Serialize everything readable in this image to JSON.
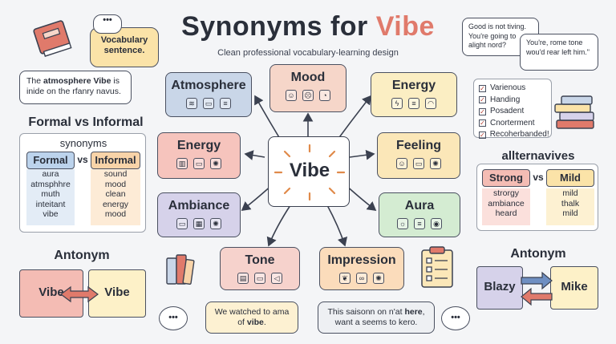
{
  "header": {
    "title_main": "Synonyms for ",
    "title_accent": "Vibe",
    "subtitle": "Clean professional vocabulary-learning design"
  },
  "top_left": {
    "speech_bubble": "Vocabulary sentence.",
    "example": {
      "before": "The ",
      "bold": "atmosphere Vibe",
      "after": " is inide on the rfanry navus."
    }
  },
  "top_right": {
    "bubble_1": "Good is not tiving. You're going to alight nord?",
    "bubble_2": "You're, rome tone wou'd rear left him.\""
  },
  "center": {
    "word": "Vibe",
    "synonyms": [
      {
        "label": "Atmosphere",
        "color": "#c9d6e8"
      },
      {
        "label": "Mood",
        "color": "#f6d6c9"
      },
      {
        "label": "Energy",
        "color": "#fbeec3"
      },
      {
        "label": "Energy",
        "color": "#f6c4bd"
      },
      {
        "label": "Feeling",
        "color": "#fbe7b8"
      },
      {
        "label": "Ambiance",
        "color": "#d6d2ea"
      },
      {
        "label": "Aura",
        "color": "#d4ecd2"
      },
      {
        "label": "Tone",
        "color": "#f6d2cc"
      },
      {
        "label": "Impression",
        "color": "#fbdcbb"
      }
    ]
  },
  "formal_informal": {
    "heading": "Formal vs Informal",
    "subheading": "synonyms",
    "formal_label": "Formal",
    "vs": "vs",
    "informal_label": "Informal",
    "formal_words": [
      "aura",
      "atmsphhre",
      "muth",
      "inteitant",
      "vibe"
    ],
    "informal_words": [
      "sound",
      "mood",
      "clean",
      "energy",
      "mood"
    ]
  },
  "checklist": {
    "items": [
      "Varienous",
      "Handing",
      "Posadent",
      "Cnorterment",
      "Recoherbanded!"
    ]
  },
  "alternatives": {
    "heading": "allternavives",
    "strong_label": "Strong",
    "vs": "vs",
    "mild_label": "Mild",
    "strong_words": [
      "strorgy",
      "ambiance",
      "heard"
    ],
    "mild_words": [
      "mild",
      "thalk",
      "mild"
    ]
  },
  "antonym_left": {
    "heading": "Antonym",
    "left_word": "Vibe",
    "right_word": "Vibe"
  },
  "antonym_right": {
    "heading": "Antonym",
    "left_word": "Blazy",
    "right_word": "Mike"
  },
  "bottom_bubbles": {
    "left": {
      "before": "We watched to ama of ",
      "bold": "vibe",
      "after": "."
    },
    "right": {
      "before": "This saisonn on n'at ",
      "bold": "here",
      "after": ", want a seems to kero."
    }
  },
  "colors": {
    "accent": "#e07a6b",
    "outline": "#4a5060",
    "formal": "#bcd3ec",
    "informal": "#f8d3a8",
    "strong": "#f4bcb4",
    "mild": "#fbe3a8"
  }
}
